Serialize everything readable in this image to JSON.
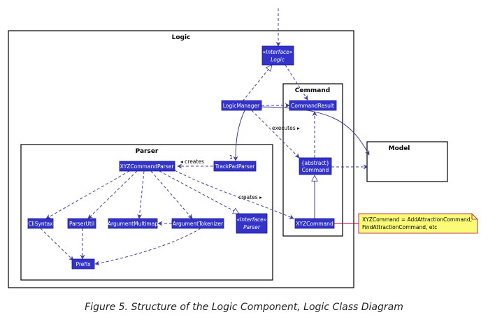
{
  "packages": {
    "logic": "Logic",
    "command": "Command",
    "parser": "Parser",
    "model": "Model"
  },
  "classes": {
    "logic_interface": {
      "stereotype": "«Interface»",
      "name": "Logic"
    },
    "logic_manager": "LogicManager",
    "command_result": "CommandResult",
    "abstract_command": {
      "stereotype": "{abstract}",
      "name": "Command"
    },
    "xyz_command": "XYZCommand",
    "xyz_command_parser": "XYZCommandParser",
    "trackpad_parser": "TrackPadParser",
    "cli_syntax": "CliSyntax",
    "parser_util": "ParserUtil",
    "argument_multimap": "ArgumentMultimap",
    "argument_tokenizer": "ArgumentTokenizer",
    "parser_interface": {
      "stereotype": "«Interface»",
      "name": "Parser"
    },
    "prefix": "Prefix"
  },
  "labels": {
    "executes": "executes ▸",
    "creates_left": "◂ creates",
    "creates_right": "creates ▸",
    "multiplicity": "1"
  },
  "note": {
    "line1": "XYZCommand = AddAttractionCommand,",
    "line2": "FindAttractionCommand, etc"
  },
  "caption": "Figure 5. Structure of the Logic Component, Logic Class Diagram",
  "colors": {
    "class_fill": "#3333cc",
    "arrow": "#3f3f9f",
    "note_fill": "#fbfb77",
    "note_border": "#a80036"
  }
}
